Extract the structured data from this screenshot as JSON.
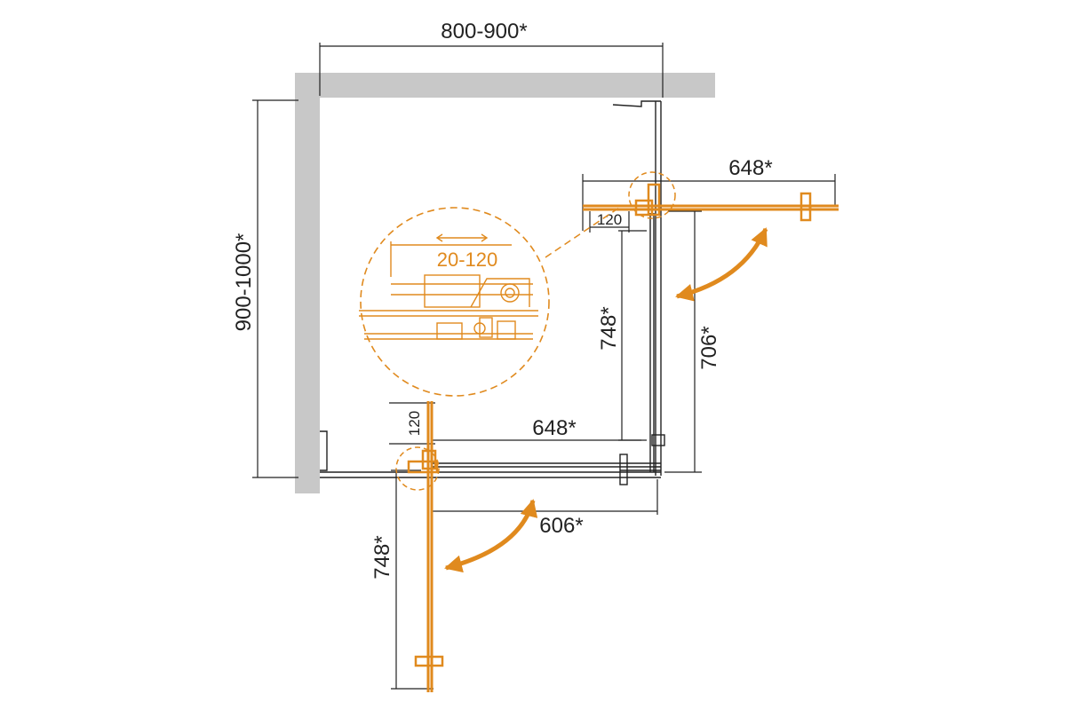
{
  "colors": {
    "wall": "#c8c8c8",
    "line": "#222222",
    "accent": "#e08a1e",
    "background": "#ffffff"
  },
  "dimensions": {
    "top_width": "800-900*",
    "left_height": "900-1000*",
    "right_door_width": "648*",
    "right_offset": "120",
    "right_panel_depth": "748*",
    "right_swing_depth": "706*",
    "bottom_door_width": "648*",
    "bottom_offset": "120",
    "bottom_panel_width": "606*",
    "bottom_swing_depth": "748*",
    "detail_adjust_range": "20-120"
  },
  "icons": {
    "right_swing": "curved-double-arrow-icon",
    "bottom_swing": "curved-double-arrow-icon",
    "detail": "magnifier-detail-circle-icon"
  }
}
